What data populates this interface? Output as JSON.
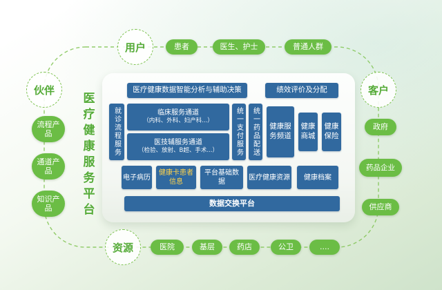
{
  "groups": {
    "users": {
      "label": "用户",
      "items": [
        "患者",
        "医生、护士",
        "普通人群"
      ]
    },
    "partners": {
      "label": "伙伴",
      "items": [
        "流程产品",
        "通道产品",
        "知识产品"
      ]
    },
    "customers": {
      "label": "客户",
      "items": [
        "政府",
        "药品企业",
        "供应商"
      ]
    },
    "resources": {
      "label": "资源",
      "items": [
        "医院",
        "基层",
        "药店",
        "公卫",
        "...."
      ]
    }
  },
  "platform": {
    "title": "医疗健康服务平台",
    "analysis": "医疗健康数据智能分析与辅助决策",
    "performance": "绩效评价及分配",
    "visit_process": "就诊流程服务",
    "clinical": {
      "title": "临床服务通道",
      "sub": "（内科、外科、妇产科...）"
    },
    "medtech": {
      "title": "医技辅服务通道",
      "sub": "（检验、放射、B超、手术...）"
    },
    "payment": "统一支付服务",
    "drug": "统一药品配送",
    "health_channel": "健康服务频道",
    "health_mall": "健康商城",
    "health_insurance": "健康保险",
    "emr": "电子病历",
    "health_card": "健康卡患者信息",
    "base_data": "平台基础数据",
    "health_resource": "医疗健康资源",
    "health_record": "健康档案",
    "data_exchange": "数据交换平台"
  },
  "colors": {
    "green": "#6bbd45",
    "circle_green": "#55ab38",
    "blue": "#31699f",
    "health_card_text": "#ffd24a",
    "dashed_line": "#86c65b"
  }
}
